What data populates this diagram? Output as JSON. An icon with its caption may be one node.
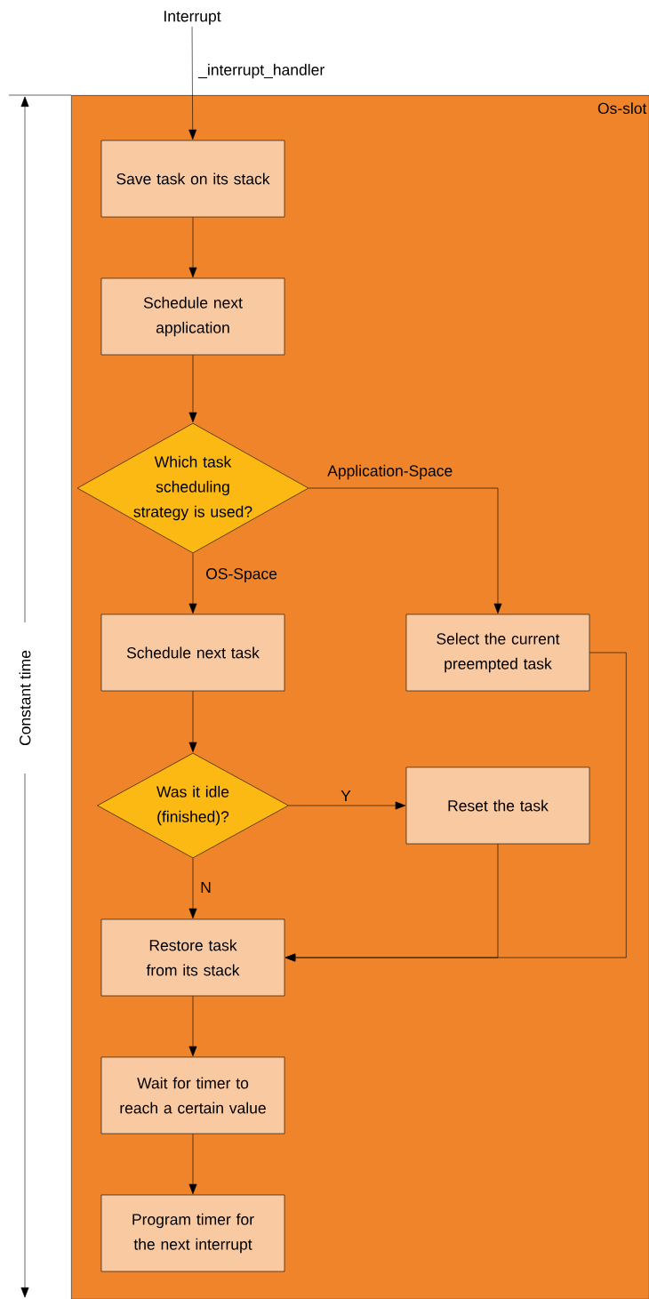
{
  "diagram": {
    "nodes": [
      {
        "text": [
          "Os-slot"
        ]
      },
      {
        "text": [
          "Interrupt"
        ]
      },
      {
        "text": [
          "Save task on its stack"
        ],
        "in": 0
      },
      {
        "text": [
          "Schedule next application"
        ],
        "in": 0
      },
      {
        "text": [
          "Which task scheduling strategy is used?"
        ],
        "in": 0
      },
      {
        "text": [
          "Schedule next task"
        ],
        "in": 0
      },
      {
        "text": [
          "Select the current preempted task"
        ],
        "in": 0
      },
      {
        "text": [
          "Was it idle (finished)?"
        ],
        "in": 0
      },
      {
        "text": [
          "Reset the task"
        ],
        "in": 0
      },
      {
        "text": [
          "Restore task from its stack"
        ],
        "in": 0
      },
      {
        "text": [
          "Wait for timer to reach a certain value"
        ],
        "in": 0
      },
      {
        "text": [
          "Program timer for the next interrupt"
        ],
        "in": 0
      }
    ],
    "edges": [
      {
        "from": 1,
        "to": 2,
        "arrow": "to",
        "label": "_interrupt_handler"
      },
      {
        "from": 2,
        "to": 3,
        "arrow": "to"
      },
      {
        "from": 3,
        "to": 4,
        "arrow": "to"
      },
      {
        "from": 4,
        "to": 5,
        "arrow": "to",
        "label": "OS-Space"
      },
      {
        "from": 4,
        "to": 6,
        "arrow": "to",
        "label": "Application-Space"
      },
      {
        "from": 5,
        "to": 7,
        "arrow": "to"
      },
      {
        "from": 7,
        "to": 8,
        "arrow": "to",
        "label": "Y"
      },
      {
        "from": 7,
        "to": 9,
        "arrow": "to",
        "label": "N"
      },
      {
        "from": 8,
        "to": 9,
        "arrow": "to"
      },
      {
        "from": 6,
        "to": 9,
        "arrow": "to"
      },
      {
        "from": 9,
        "to": 10,
        "arrow": "to"
      },
      {
        "from": 10,
        "to": 11,
        "arrow": "to"
      }
    ],
    "labels": [
      "Constant time"
    ]
  }
}
